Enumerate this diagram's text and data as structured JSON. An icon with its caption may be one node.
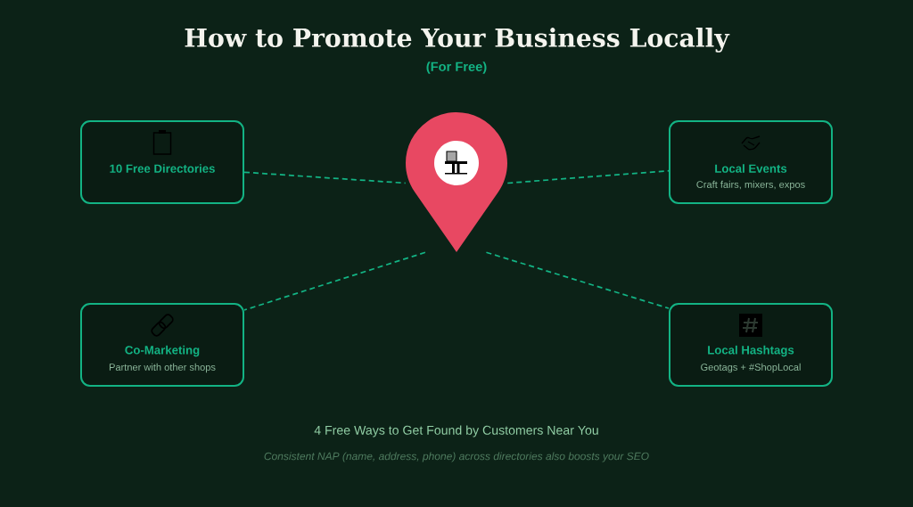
{
  "diagram": {
    "title": "How to Promote Your Business Locally",
    "caption": "4 Free Ways to Get Found by Customers Near You",
    "nodes": [
      {
        "text": [
          "10 Free Directories"
        ]
      },
      {
        "text": [],
        "shape": "pin"
      },
      {
        "text": [
          "Local Events",
          "Craft fairs, mixers, expos"
        ]
      },
      {
        "text": [
          "Co-Marketing",
          "Partner with other shops"
        ]
      },
      {
        "text": [
          "Local Hashtags",
          "Geotags + #ShopLocal"
        ]
      }
    ],
    "edges": [
      {
        "from": 0,
        "to": 1,
        "arrow": "none",
        "style": "dashed"
      },
      {
        "from": 1,
        "to": 2,
        "arrow": "none",
        "style": "dashed"
      },
      {
        "from": 1,
        "to": 3,
        "arrow": "none",
        "style": "dashed"
      },
      {
        "from": 1,
        "to": 4,
        "arrow": "none",
        "style": "dashed"
      }
    ],
    "labels": [
      "(For Free)",
      "Consistent NAP (name, address, phone) across directories also boosts your SEO"
    ]
  }
}
